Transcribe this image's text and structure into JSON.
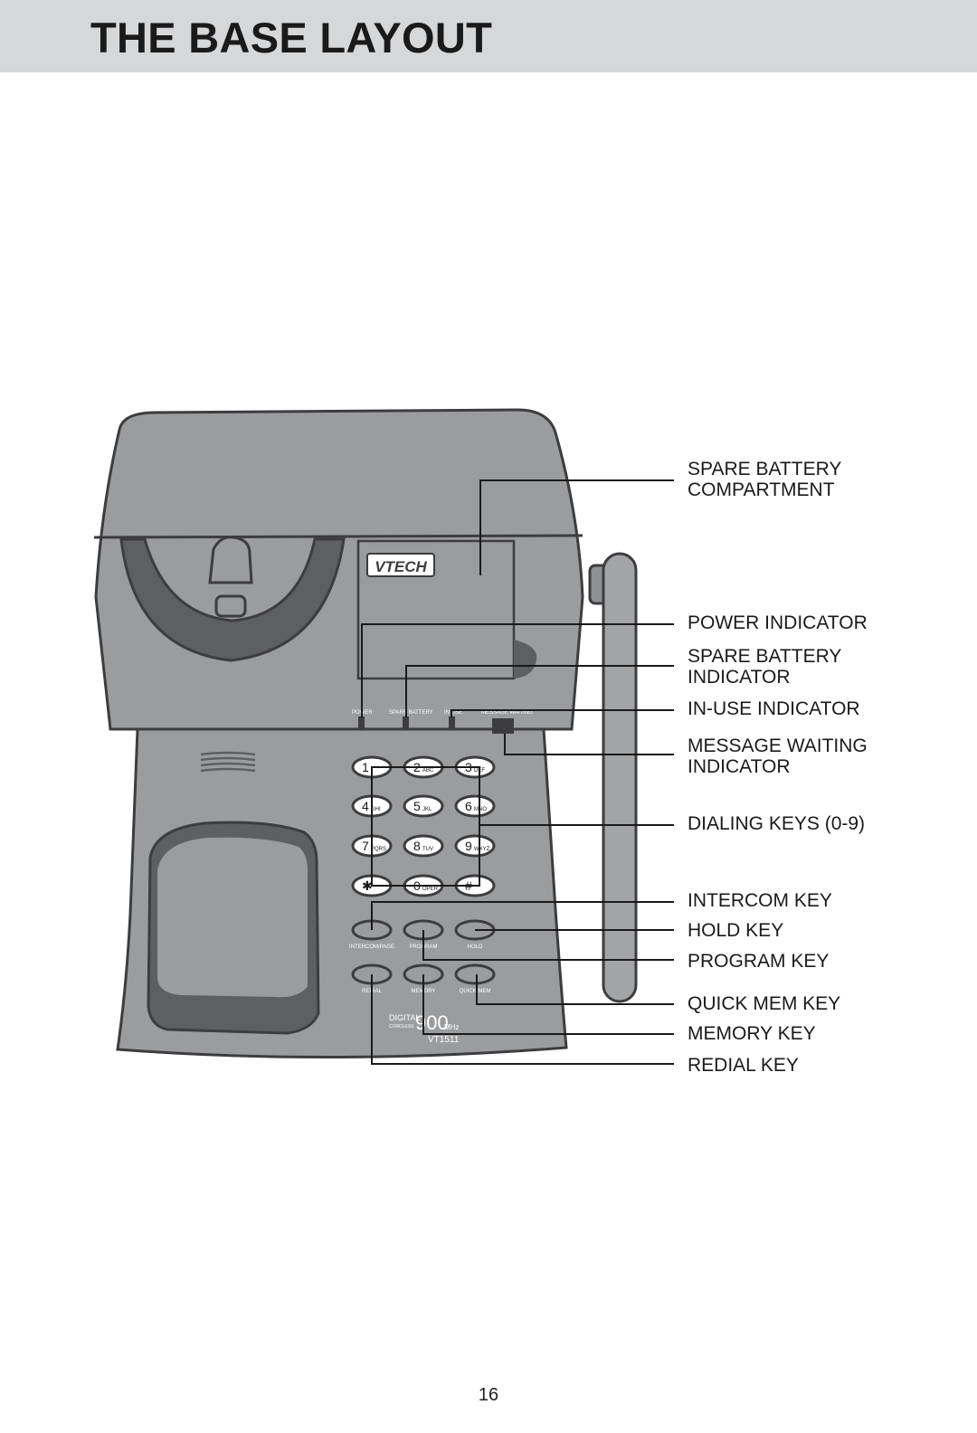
{
  "header": {
    "title": "THE BASE LAYOUT"
  },
  "device": {
    "brand": "VTECH",
    "model": "VT1511",
    "badge_digital": "DIGITAL",
    "badge_cordless": "CORDLESS",
    "badge_freq": "900",
    "badge_unit": "MHz",
    "indicator_labels": [
      "POWER",
      "SPARE BATTERY",
      "IN USE",
      "MESSAGE WAITING"
    ],
    "keys": [
      {
        "digit": "1",
        "letters": ""
      },
      {
        "digit": "2",
        "letters": "ABC"
      },
      {
        "digit": "3",
        "letters": "DEF"
      },
      {
        "digit": "4",
        "letters": "GHI"
      },
      {
        "digit": "5",
        "letters": "JKL"
      },
      {
        "digit": "6",
        "letters": "MNO"
      },
      {
        "digit": "7",
        "letters": "PQRS"
      },
      {
        "digit": "8",
        "letters": "TUV"
      },
      {
        "digit": "9",
        "letters": "WXYZ"
      },
      {
        "digit": "✱",
        "letters": ""
      },
      {
        "digit": "0",
        "letters": "OPER"
      },
      {
        "digit": "#",
        "letters": ""
      }
    ],
    "function_labels": [
      "INTERCOM/PAGE",
      "PROGRAM",
      "HOLD"
    ],
    "function_labels_2": [
      "REDIAL",
      "MEMORY",
      "QUICK MEM"
    ]
  },
  "callouts": [
    {
      "lines": [
        "SPARE BATTERY",
        "COMPARTMENT"
      ]
    },
    {
      "lines": [
        "POWER INDICATOR"
      ]
    },
    {
      "lines": [
        "SPARE BATTERY",
        "INDICATOR"
      ]
    },
    {
      "lines": [
        "IN-USE INDICATOR"
      ]
    },
    {
      "lines": [
        "MESSAGE WAITING",
        "INDICATOR"
      ]
    },
    {
      "lines": [
        "DIALING KEYS (0-9)"
      ]
    },
    {
      "lines": [
        "INTERCOM KEY"
      ]
    },
    {
      "lines": [
        "HOLD KEY"
      ]
    },
    {
      "lines": [
        "PROGRAM KEY"
      ]
    },
    {
      "lines": [
        "QUICK MEM KEY"
      ]
    },
    {
      "lines": [
        "MEMORY KEY"
      ]
    },
    {
      "lines": [
        "REDIAL KEY"
      ]
    }
  ],
  "footer": {
    "page_number": "16"
  },
  "colors": {
    "body": "#9b9c9e",
    "outline": "#3d3d3f",
    "dark": "#5e5f61",
    "line": "#1a1a1a",
    "band": "#d6d7d9"
  }
}
